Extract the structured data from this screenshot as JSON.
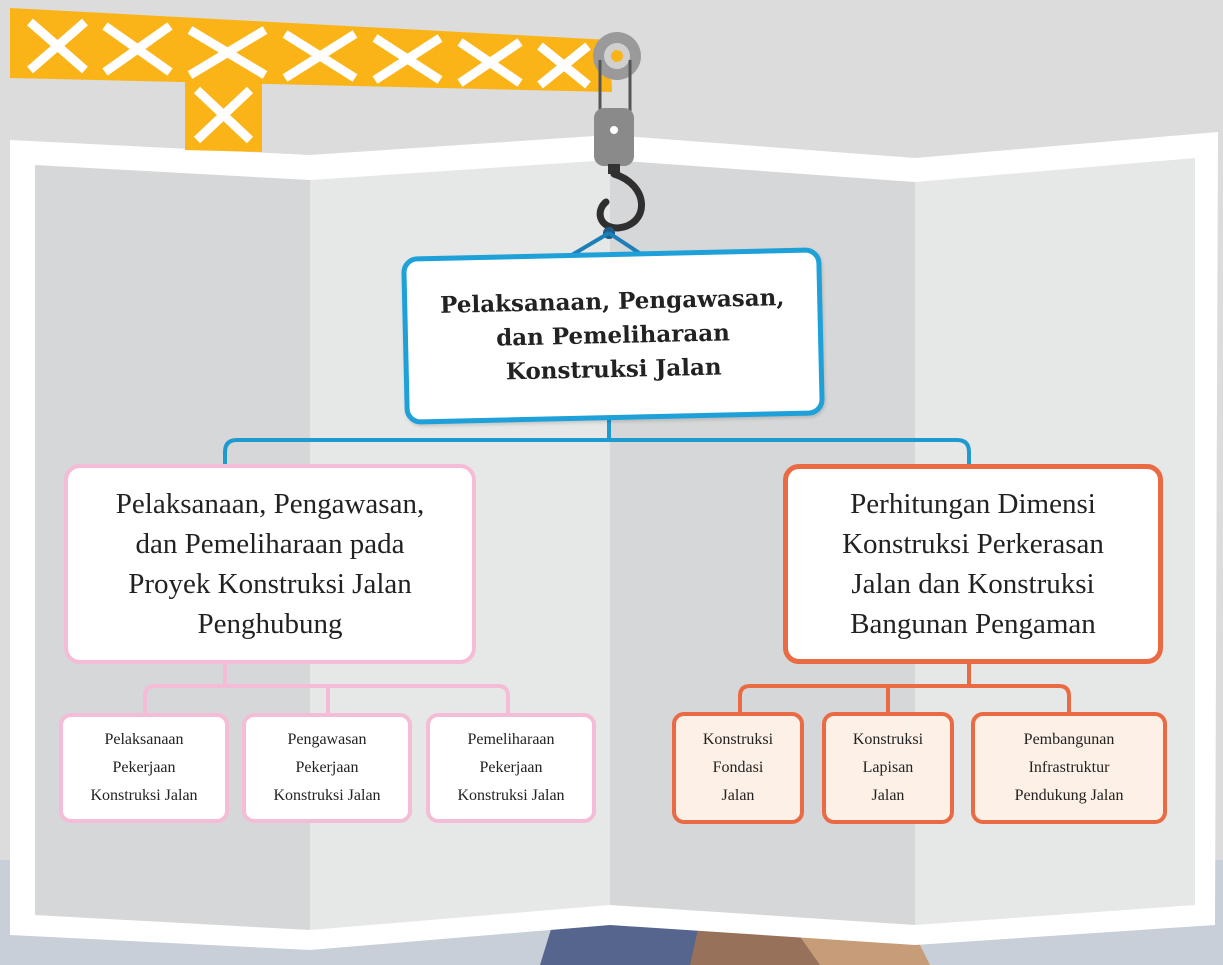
{
  "colors": {
    "root_border": "#1ea0d8",
    "left_branch": "#f4bcd6",
    "right_branch": "#ea6a44",
    "right_leaf_fill": "#fdf0e6",
    "crane": "#fbb417",
    "paper_dark_panel": "#d6d7d8",
    "paper_light_panel": "#e6e7e7"
  },
  "icons": {
    "crane": "crane-arm-icon",
    "hook": "crane-hook-icon"
  },
  "root": {
    "label": "Pelaksanaan, Pengawasan,\ndan Pemeliharaan\nKonstruksi Jalan"
  },
  "branches": {
    "left": {
      "label": "Pelaksanaan, Pengawasan,\ndan Pemeliharaan pada\nProyek Konstruksi Jalan\nPenghubung",
      "children": [
        "Pelaksanaan\nPekerjaan\nKonstruksi Jalan",
        "Pengawasan\nPekerjaan\nKonstruksi Jalan",
        "Pemeliharaan\nPekerjaan\nKonstruksi Jalan"
      ]
    },
    "right": {
      "label": "Perhitungan Dimensi\nKonstruksi Perkerasan\nJalan dan Konstruksi\nBangunan Pengaman",
      "children": [
        "Konstruksi\nFondasi\nJalan",
        "Konstruksi\nLapisan\nJalan",
        "Pembangunan\nInfrastruktur\nPendukung Jalan"
      ]
    }
  }
}
